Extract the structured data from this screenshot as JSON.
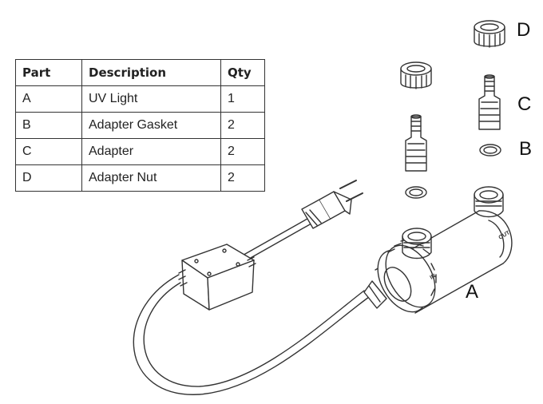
{
  "table": {
    "headers": [
      "Part",
      "Description",
      "Qty"
    ],
    "rows": [
      {
        "part": "A",
        "description": "UV Light",
        "qty": "1"
      },
      {
        "part": "B",
        "description": "Adapter Gasket",
        "qty": "2"
      },
      {
        "part": "C",
        "description": "Adapter",
        "qty": "2"
      },
      {
        "part": "D",
        "description": "Adapter Nut",
        "qty": "2"
      }
    ]
  },
  "callouts": {
    "a": "A",
    "b": "B",
    "c": "C",
    "d": "D"
  },
  "tube_markings": {
    "inlet": "IN",
    "outlet": "OUT"
  }
}
